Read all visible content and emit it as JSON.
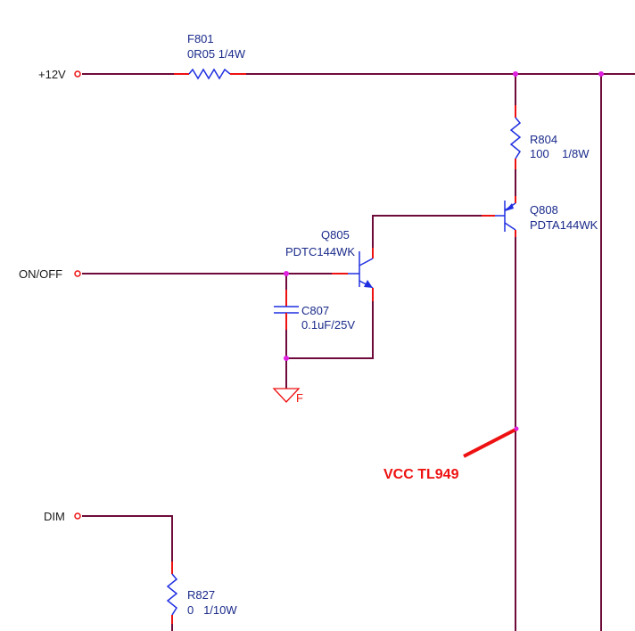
{
  "ports": {
    "v12": "+12V",
    "onoff": "ON/OFF",
    "dim": "DIM"
  },
  "components": {
    "f801": {
      "ref": "F801",
      "value": "0R05 1/4W"
    },
    "r804": {
      "ref": "R804",
      "value": "100    1/8W"
    },
    "q808": {
      "ref": "Q808",
      "value": "PDTA144WK"
    },
    "q805": {
      "ref": "Q805",
      "value": "PDTC144WK"
    },
    "c807": {
      "ref": "C807",
      "value": "0.1uF/25V"
    },
    "r827": {
      "ref": "R827",
      "value": "0   1/10W"
    },
    "ground": {
      "label": "F"
    }
  },
  "annotation": {
    "text": "VCC TL949",
    "color": "#ee1111"
  },
  "colors": {
    "wire": "#6e0b3a",
    "pin": "#ee1111",
    "symbol": "#1f2fe0",
    "junction": "#e020e0"
  }
}
